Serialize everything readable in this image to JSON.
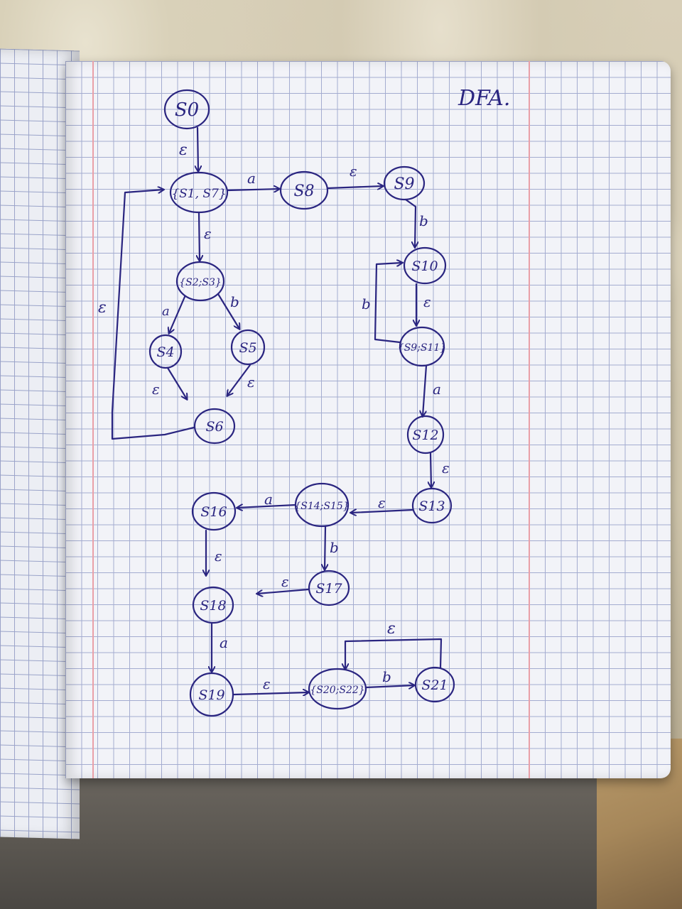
{
  "title": "DFA.",
  "states": {
    "s0": "S0",
    "s1_s7": "{S1, S7}",
    "s8": "S8",
    "s9": "S9",
    "s2_s3": "{S2;S3}",
    "s4": "S4",
    "s5": "S5",
    "s6": "S6",
    "s10": "S10",
    "s9_s11": "{S9;S11}",
    "s12": "S12",
    "s13": "S13",
    "s14_s15": "{S14;S15}",
    "s16": "S16",
    "s17": "S17",
    "s18": "S18",
    "s19": "S19",
    "s20_s22": "{S20;S22}",
    "s21": "S21"
  },
  "transitions": {
    "s0_to_s1s7": "ε",
    "s1s7_to_s8": "a",
    "s8_to_s9": "ε",
    "s9_to_s10": "b",
    "s1s7_to_s2s3": "ε",
    "s2s3_to_s4": "a",
    "s2s3_to_s5": "b",
    "s4_to_s6": "ε",
    "s5_to_s6": "ε",
    "s6_to_s1s7": "ε",
    "s10_to_s9s11": "ε",
    "s9s11_to_s10": "b",
    "s9s11_to_s12": "a",
    "s12_to_s13": "ε",
    "s13_to_s14s15": "ε",
    "s14s15_to_s16": "a",
    "s14s15_to_s17": "b",
    "s17_out": "ε",
    "s16_to_s18": "ε",
    "s18_to_s19": "a",
    "s19_to_s20s22": "ε",
    "s20s22_to_s21": "b",
    "s21_to_s20s22": "ε"
  },
  "colors": {
    "ink": "#2a2580",
    "grid": "#a4acd0",
    "margin": "#e9a0a8",
    "paper": "#f2f3f8"
  }
}
